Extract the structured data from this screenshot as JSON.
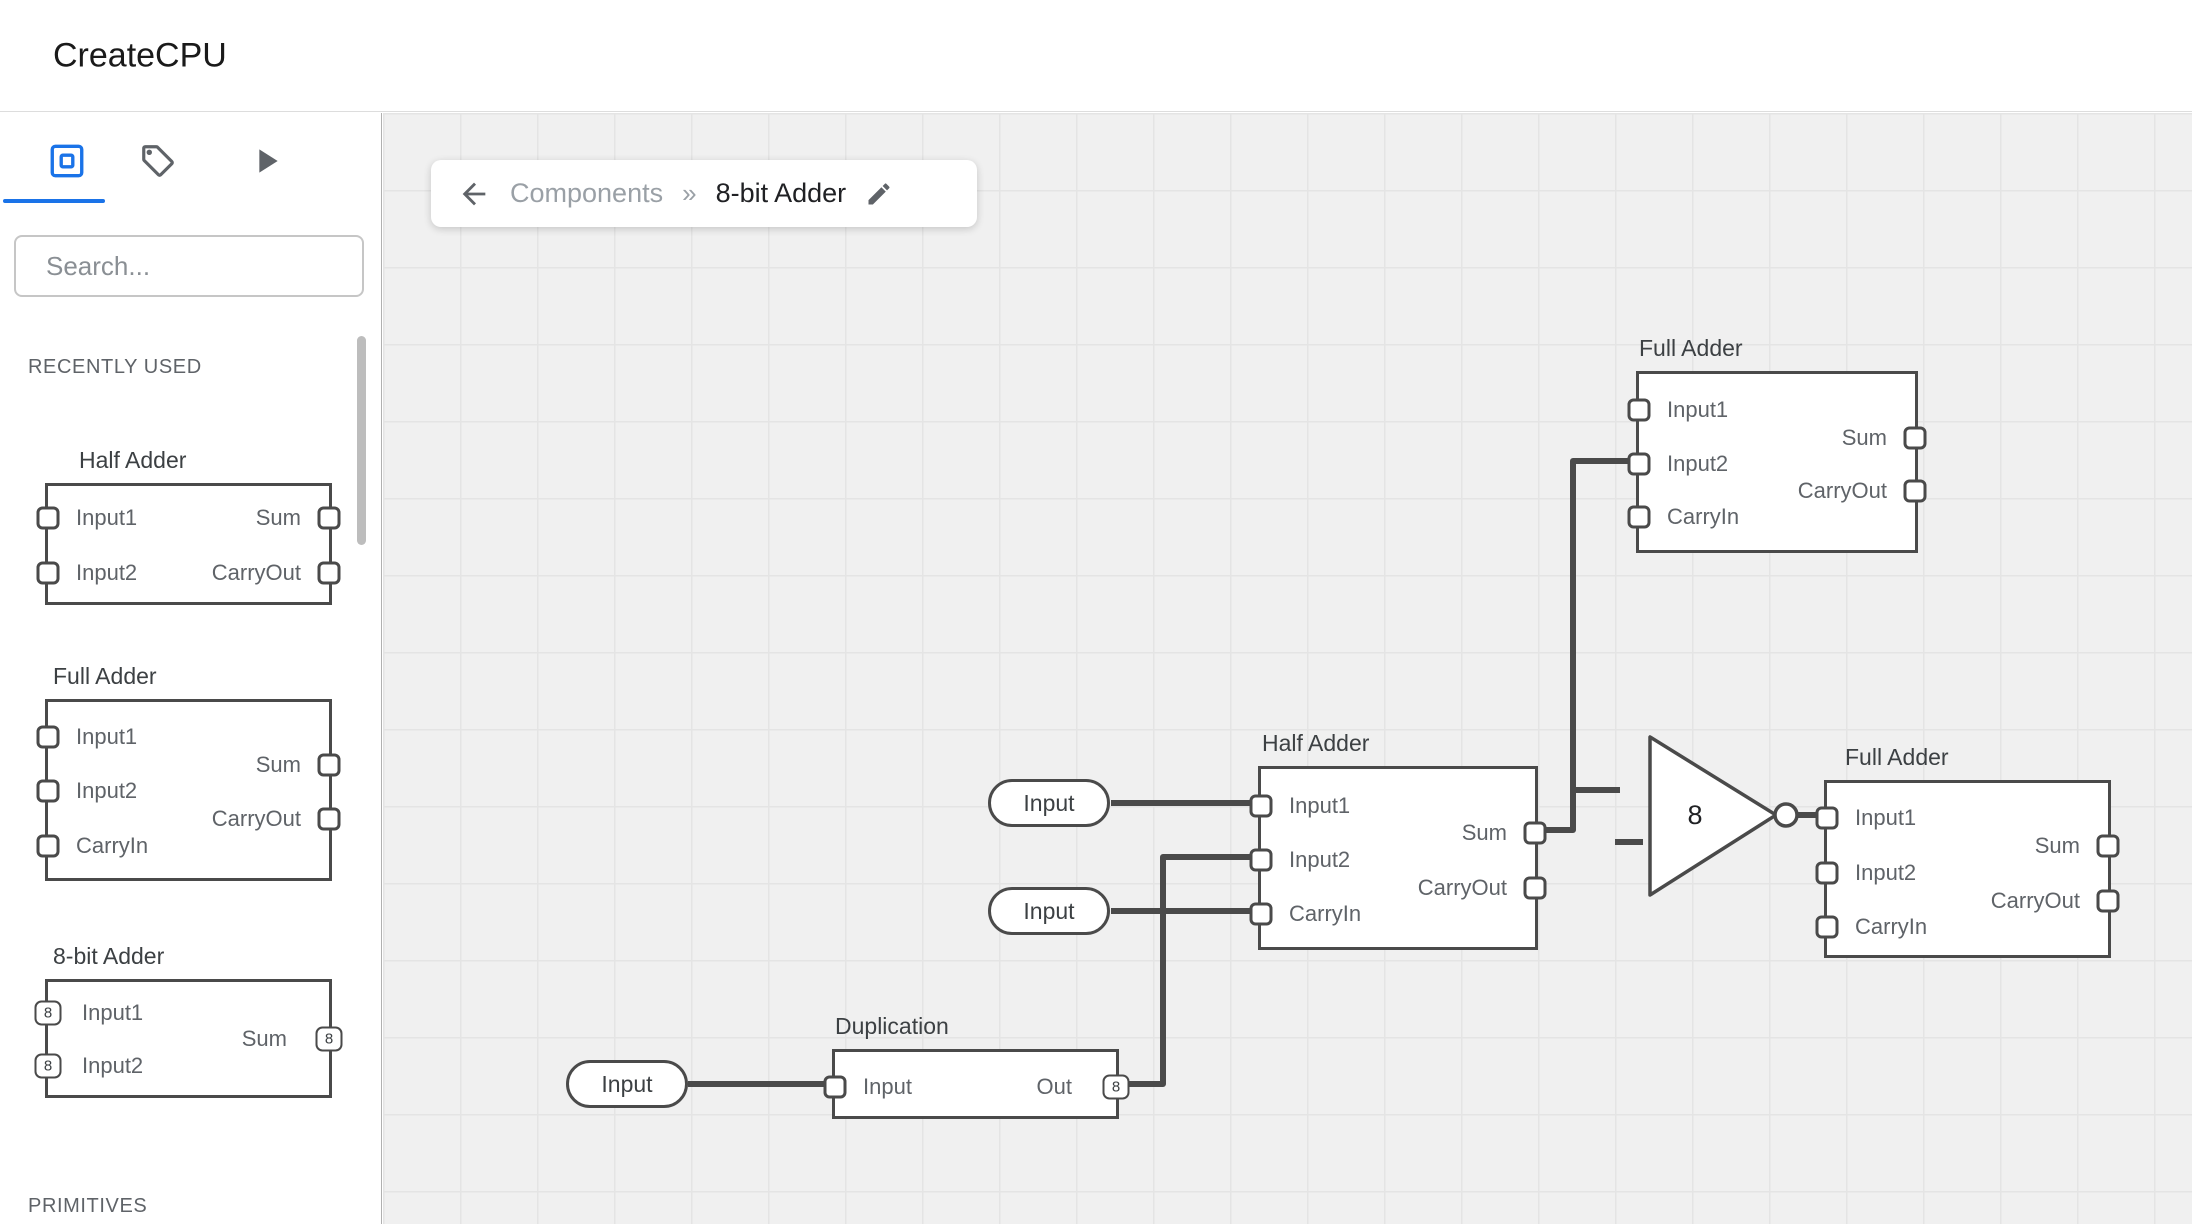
{
  "header": {
    "title": "CreateCPU"
  },
  "sidebar": {
    "search_placeholder": "Search...",
    "sections": {
      "recent": "RECENTLY USED",
      "primitives": "PRIMITIVES"
    },
    "previews": [
      {
        "title": "Half Adder",
        "left": [
          "Input1",
          "Input2"
        ],
        "right": [
          "Sum",
          "CarryOut"
        ]
      },
      {
        "title": "Full Adder",
        "left": [
          "Input1",
          "Input2",
          "CarryIn"
        ],
        "right": [
          "Sum",
          "CarryOut"
        ]
      },
      {
        "title": "8-bit Adder",
        "left": [
          "Input1",
          "Input2"
        ],
        "right": [
          "Sum"
        ],
        "badge": "8"
      }
    ]
  },
  "breadcrumb": {
    "parent": "Components",
    "separator": "»",
    "current": "8-bit Adder"
  },
  "canvas": {
    "nodes": {
      "fa_top": {
        "title": "Full Adder",
        "left": [
          "Input1",
          "Input2",
          "CarryIn"
        ],
        "right": [
          "Sum",
          "CarryOut"
        ]
      },
      "ha": {
        "title": "Half Adder",
        "left": [
          "Input1",
          "Input2",
          "CarryIn"
        ],
        "right": [
          "Sum",
          "CarryOut"
        ]
      },
      "fa_right": {
        "title": "Full Adder",
        "left": [
          "Input1",
          "Input2",
          "CarryIn"
        ],
        "right": [
          "Sum",
          "CarryOut"
        ]
      },
      "dup": {
        "title": "Duplication",
        "left": [
          "Input"
        ],
        "right": [
          "Out"
        ],
        "out_badge": "8"
      }
    },
    "input_pills": [
      "Input",
      "Input",
      "Input"
    ],
    "gate": {
      "label": "8"
    }
  },
  "icons": {
    "tabs": [
      "components-icon",
      "tag-icon",
      "simulate-icon"
    ],
    "search": "search-icon",
    "back": "arrow-left-icon",
    "edit": "pencil-icon"
  },
  "colors": {
    "accent": "#1a73e8",
    "wire": "#4a4a4a",
    "canvas_bg": "#f0f0f0",
    "muted_text": "#5f6368"
  }
}
